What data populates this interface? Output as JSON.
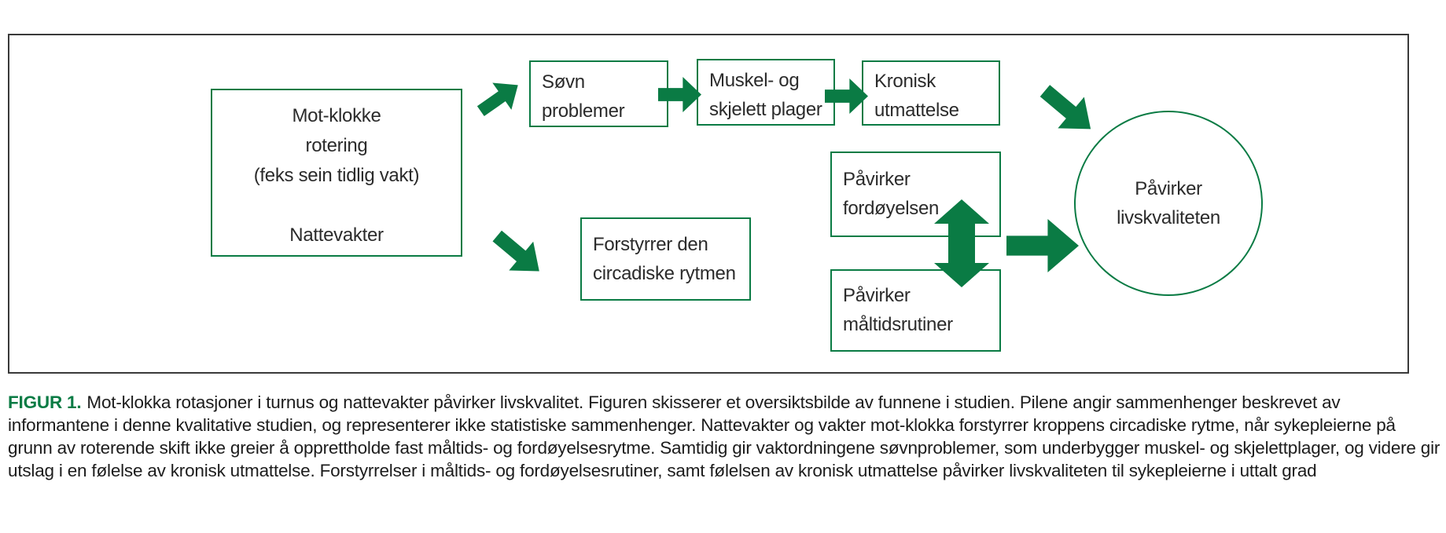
{
  "colors": {
    "green": "#0a7b44",
    "frame_border": "#3a3a3a",
    "text": "#222222"
  },
  "diagram": {
    "nodes": {
      "main": {
        "lines": [
          "Mot-klokke",
          "rotering",
          "(feks sein tidlig vakt)",
          "",
          "Nattevakter"
        ]
      },
      "sovn": {
        "lines": [
          "Søvn",
          "problemer"
        ]
      },
      "muskel": {
        "lines": [
          "Muskel- og",
          "skjelett plager"
        ]
      },
      "kronisk": {
        "lines": [
          "Kronisk",
          "utmattelse"
        ]
      },
      "fordoyelsen": {
        "lines": [
          "Påvirker",
          "fordøyelsen"
        ]
      },
      "maltidsrutiner": {
        "lines": [
          "Påvirker",
          "måltidsrutiner"
        ]
      },
      "forstyrrer": {
        "lines": [
          "Forstyrrer den",
          "circadiske rytmen"
        ]
      },
      "livskvaliteten": {
        "lines": [
          "Påvirker",
          "livskvaliteten"
        ]
      }
    },
    "arrows": [
      {
        "from": "main",
        "to": "sovn",
        "direction": "up-right"
      },
      {
        "from": "sovn",
        "to": "muskel",
        "direction": "right"
      },
      {
        "from": "muskel",
        "to": "kronisk",
        "direction": "right"
      },
      {
        "from": "kronisk",
        "to": "livskvaliteten",
        "direction": "down-right"
      },
      {
        "from": "main",
        "to": "forstyrrer",
        "direction": "down-right"
      },
      {
        "from": "fordoyelsen",
        "to": "maltidsrutiner",
        "direction": "both-vertical"
      },
      {
        "from": "fordoyelsen-maltidsrutiner",
        "to": "livskvaliteten",
        "direction": "right"
      }
    ]
  },
  "caption": {
    "label": "FIGUR 1.",
    "text": "Mot-klokka rotasjoner i turnus og nattevakter påvirker livskvalitet. Figuren skisserer et oversiktsbilde av funnene i studien. Pilene angir sammenhenger beskrevet av informantene i denne kvalitative studien, og representerer ikke statistiske sammenhenger. Nattevakter og vakter mot-klokka forstyrrer kroppens circadiske rytme, når sykepleierne på grunn av roterende skift ikke greier å opprettholde fast måltids- og fordøyelsesrytme. Samtidig gir vaktordningene søvnproblemer, som underbygger muskel- og skjelettplager, og videre gir utslag i en følelse av kronisk utmattelse. Forstyrrelser i måltids- og fordøyelsesrutiner, samt følelsen av kronisk utmattelse påvirker livskvaliteten til sykepleierne i uttalt grad"
  }
}
